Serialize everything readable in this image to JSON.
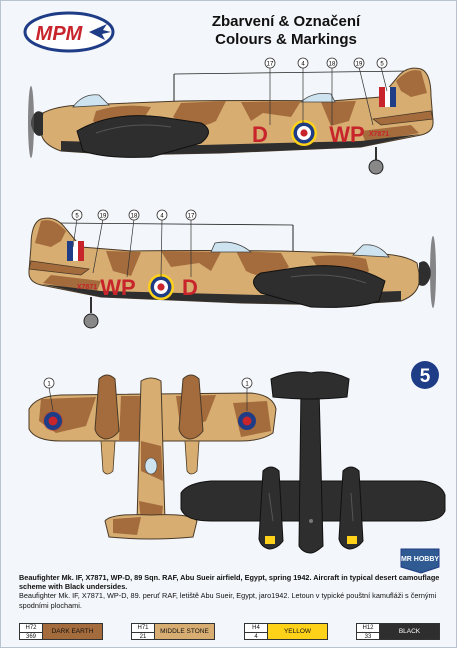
{
  "brand": {
    "logo_text": "MPM"
  },
  "title": {
    "line1": "Zbarvení & Označení",
    "line2": "Colours & Markings"
  },
  "callouts_side_top": [
    "17",
    "4",
    "18",
    "19",
    "5"
  ],
  "callouts_side_bottom": [
    "5",
    "19",
    "18",
    "4",
    "17"
  ],
  "callouts_plan": [
    "1",
    "1"
  ],
  "aircraft_codes": {
    "left": "D",
    "right": "WP",
    "serial": "X7871",
    "code_rev_left": "WP",
    "code_rev_right": "D"
  },
  "variant_number": "5",
  "badge": {
    "text": "MR HOBBY"
  },
  "caption": {
    "english": "Beaufighter Mk. IF, X7871, WP-D, 89 Sqn. RAF, Abu Sueir airfield, Egypt, spring 1942. Aircraft in typical desert camouflage scheme with Black undersides.",
    "czech": "Beaufighter Mk. IF, X7871, WP-D, 89. peruť RAF, letiště Abu Sueir, Egypt, jaro1942. Letoun v typické pouštní kamufláži s černými spodními plochami."
  },
  "colors": {
    "dark_earth": "#a46c3c",
    "middle_stone": "#d7ad72",
    "yellow": "#ffd21a",
    "black": "#2e2e2e",
    "roundel_red": "#c8242c",
    "roundel_blue": "#1f3c86"
  },
  "swatches": [
    {
      "code": "H72",
      "number": "369",
      "name": "DARK EARTH",
      "color": "#a46c3c"
    },
    {
      "code": "H71",
      "number": "21",
      "name": "MIDDLE STONE",
      "color": "#d7ad72"
    },
    {
      "code": "H4",
      "number": "4",
      "name": "YELLOW",
      "color": "#ffd21a"
    },
    {
      "code": "H12",
      "number": "33",
      "name": "BLACK",
      "color": "#2e2e2e"
    }
  ]
}
